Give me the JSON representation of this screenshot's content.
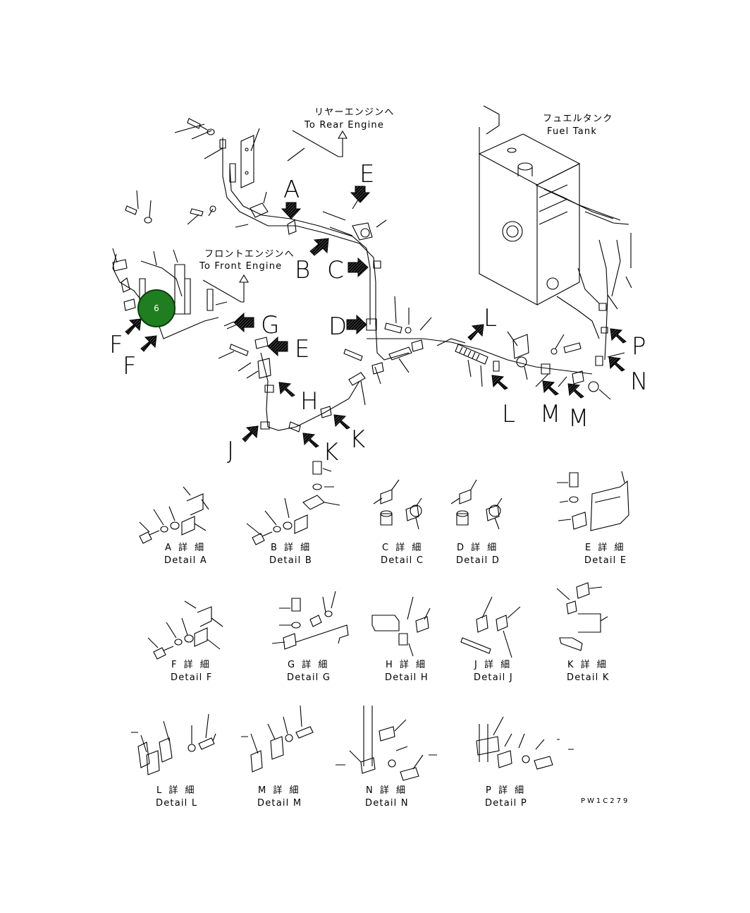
{
  "route_labels": {
    "rear_jp": "リヤーエンジンへ",
    "rear_en": "To Rear Engine",
    "front_jp": "フロントエンジンへ",
    "front_en": "To Front Engine",
    "fuel_jp": "フュエルタンク",
    "fuel_en": "Fuel Tank"
  },
  "arrow_letters": {
    "A": "A",
    "B": "B",
    "C": "C",
    "D": "D",
    "E1": "E",
    "E2": "E",
    "F1": "F",
    "F2": "F",
    "G": "G",
    "H": "H",
    "J": "J",
    "K1": "K",
    "K2": "K",
    "L1": "L",
    "L2": "L",
    "M1": "M",
    "M2": "M",
    "N": "N",
    "P": "P"
  },
  "details": [
    {
      "jp": "A 詳 細",
      "en": "Detail A"
    },
    {
      "jp": "B 詳 細",
      "en": "Detail B"
    },
    {
      "jp": "C 詳 細",
      "en": "Detail C"
    },
    {
      "jp": "D 詳 細",
      "en": "Detail D"
    },
    {
      "jp": "E 詳 細",
      "en": "Detail E"
    },
    {
      "jp": "F 詳 細",
      "en": "Detail F"
    },
    {
      "jp": "G 詳 細",
      "en": "Detail G"
    },
    {
      "jp": "H 詳 細",
      "en": "Detail H"
    },
    {
      "jp": "J 詳 細",
      "en": "Detail J"
    },
    {
      "jp": "K 詳 細",
      "en": "Detail K"
    },
    {
      "jp": "L 詳 細",
      "en": "Detail L"
    },
    {
      "jp": "M 詳 細",
      "en": "Detail M"
    },
    {
      "jp": "N 詳 細",
      "en": "Detail N"
    },
    {
      "jp": "P 詳 細",
      "en": "Detail P"
    }
  ],
  "callout_marker": {
    "number": "6",
    "color": "#1f7f20"
  },
  "drawing_code": "PW1C279"
}
